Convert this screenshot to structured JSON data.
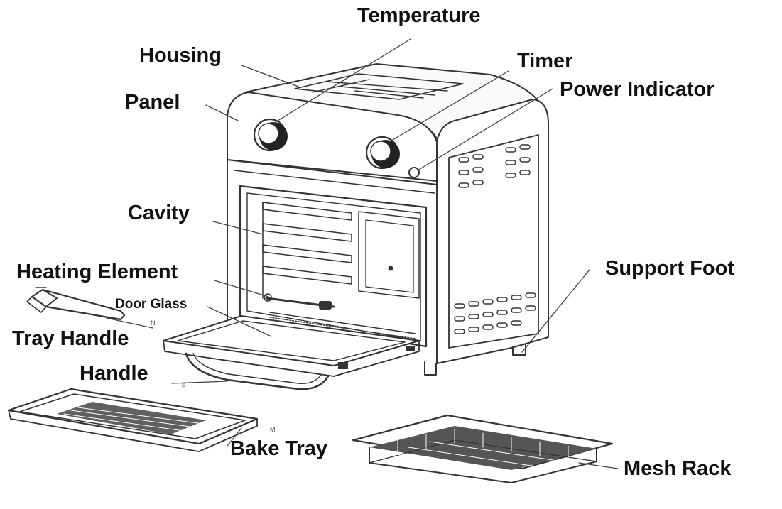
{
  "labels": {
    "temperature": "Temperature",
    "housing": "Housing",
    "timer": "Timer",
    "power_indicator": "Power Indicator",
    "panel": "Panel",
    "cavity": "Cavity",
    "heating_element": "Heating Element",
    "door_glass": "Door Glass",
    "tray_handle": "Tray Handle",
    "handle": "Handle",
    "support_foot": "Support Foot",
    "bake_tray": "Bake Tray",
    "mesh_rack": "Mesh Rack"
  },
  "small_marks": {
    "tray_handle_mark": "N",
    "handle_mark": "F",
    "bake_tray_mark": "M"
  },
  "colors": {
    "line": "#333333",
    "text": "#111111",
    "background": "#ffffff"
  }
}
